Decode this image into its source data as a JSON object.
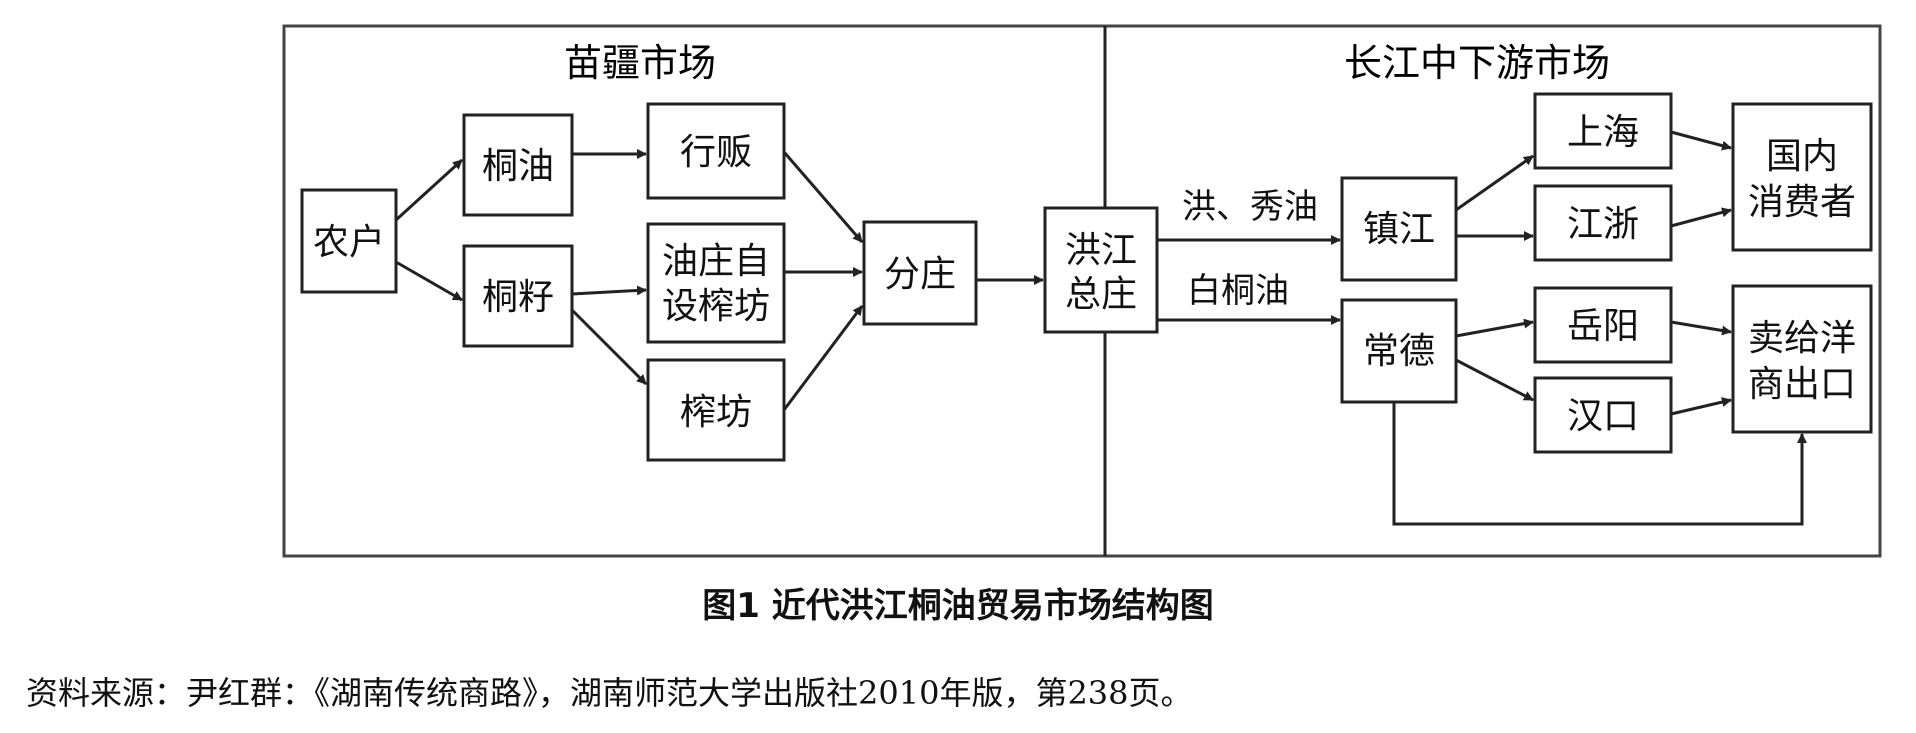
{
  "regions": {
    "left": "苗疆市场",
    "right": "长江中下游市场"
  },
  "nodes": {
    "nonghu": [
      "农户"
    ],
    "tongyou": [
      "桐油"
    ],
    "tongzi": [
      "桐籽"
    ],
    "xingfan": [
      "行贩"
    ],
    "youzhuang": [
      "油庄自",
      "设榨坊"
    ],
    "zhafang": [
      "榨坊"
    ],
    "fenzhuang": [
      "分庄"
    ],
    "zongzhuang": [
      "洪江",
      "总庄"
    ],
    "zhenjiang": [
      "镇江"
    ],
    "changde": [
      "常德"
    ],
    "shanghai": [
      "上海"
    ],
    "jiangzhe": [
      "江浙"
    ],
    "yueyang": [
      "岳阳"
    ],
    "hankou": [
      "汉口"
    ],
    "consumer": [
      "国内",
      "消费者"
    ],
    "export": [
      "卖给洋",
      "商出口"
    ]
  },
  "edge_labels": {
    "hong_xiu": "洪、秀油",
    "bai_tong": "白桐油"
  },
  "caption": "图1  近代洪江桐油贸易市场结构图",
  "source": "资料来源：尹红群：《湖南传统商路》，湖南师范大学出版社2010年版，第238页。"
}
